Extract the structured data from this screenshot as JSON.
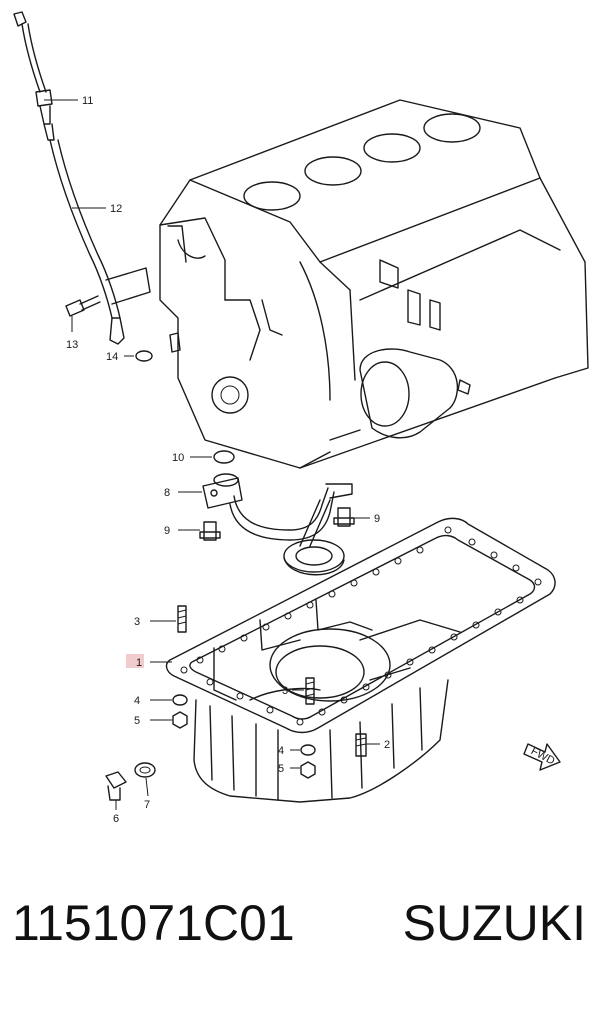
{
  "diagram": {
    "callouts": {
      "c1": "1",
      "c2": "2",
      "c3a": "3",
      "c3b": "3",
      "c4a": "4",
      "c4b": "4",
      "c5a": "5",
      "c5b": "5",
      "c6": "6",
      "c7": "7",
      "c8": "8",
      "c9a": "9",
      "c9b": "9",
      "c10": "10",
      "c11": "11",
      "c12": "12",
      "c13": "13",
      "c14": "14"
    },
    "fwd_label": "FWD",
    "highlight_color": "#e8a0a8"
  },
  "footer": {
    "part_number": "1151071C01",
    "brand": "SUZUKI"
  }
}
